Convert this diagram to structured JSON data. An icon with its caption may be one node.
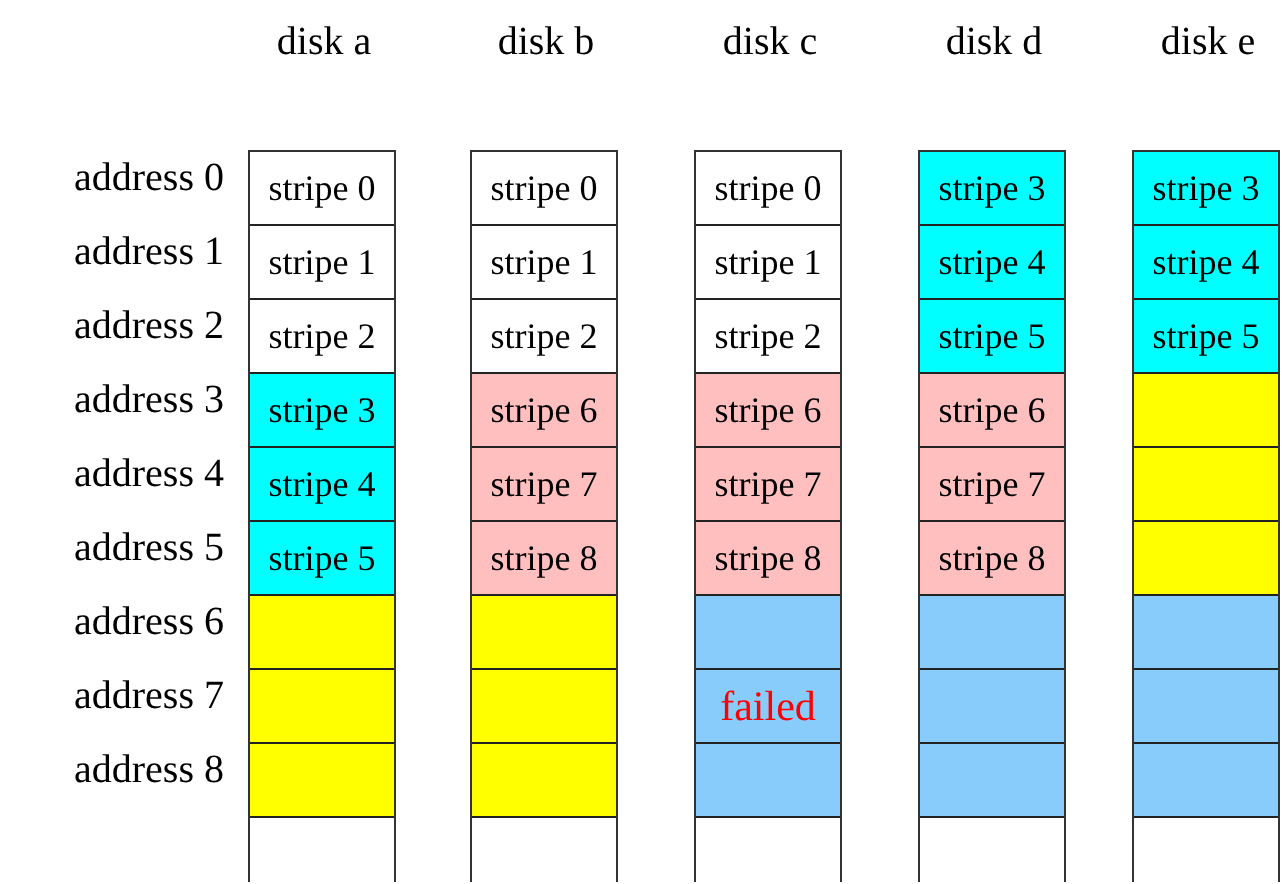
{
  "diagram": {
    "nodes": [
      {
        "text": [
          "disk a"
        ]
      },
      {
        "text": [
          "stripe 0"
        ],
        "in": 0
      },
      {
        "text": [
          "stripe 1"
        ],
        "in": 0
      },
      {
        "text": [
          "stripe 2"
        ],
        "in": 0
      },
      {
        "text": [
          "stripe 3"
        ],
        "in": 0
      },
      {
        "text": [
          "stripe 4"
        ],
        "in": 0
      },
      {
        "text": [
          "stripe 5"
        ],
        "in": 0
      },
      {
        "text": [],
        "shape": "box",
        "in": 0
      },
      {
        "text": [],
        "shape": "box",
        "in": 0
      },
      {
        "text": [],
        "shape": "box",
        "in": 0
      },
      {
        "text": [
          "disk b"
        ]
      },
      {
        "text": [
          "stripe 0"
        ],
        "in": 10
      },
      {
        "text": [
          "stripe 1"
        ],
        "in": 10
      },
      {
        "text": [
          "stripe 2"
        ],
        "in": 10
      },
      {
        "text": [
          "stripe 6"
        ],
        "in": 10
      },
      {
        "text": [
          "stripe 7"
        ],
        "in": 10
      },
      {
        "text": [
          "stripe 8"
        ],
        "in": 10
      },
      {
        "text": [],
        "shape": "box",
        "in": 10
      },
      {
        "text": [],
        "shape": "box",
        "in": 10
      },
      {
        "text": [],
        "shape": "box",
        "in": 10
      },
      {
        "text": [
          "disk c"
        ]
      },
      {
        "text": [
          "stripe 0"
        ],
        "in": 20
      },
      {
        "text": [
          "stripe 1"
        ],
        "in": 20
      },
      {
        "text": [
          "stripe 2"
        ],
        "in": 20
      },
      {
        "text": [
          "stripe 6"
        ],
        "in": 20
      },
      {
        "text": [
          "stripe 7"
        ],
        "in": 20
      },
      {
        "text": [
          "stripe 8"
        ],
        "in": 20
      },
      {
        "text": [],
        "shape": "box",
        "in": 20
      },
      {
        "text": [
          "failed"
        ],
        "in": 20
      },
      {
        "text": [],
        "shape": "box",
        "in": 20
      },
      {
        "text": [
          "disk d"
        ]
      },
      {
        "text": [
          "stripe 3"
        ],
        "in": 30
      },
      {
        "text": [
          "stripe 4"
        ],
        "in": 30
      },
      {
        "text": [
          "stripe 5"
        ],
        "in": 30
      },
      {
        "text": [
          "stripe 6"
        ],
        "in": 30
      },
      {
        "text": [
          "stripe 7"
        ],
        "in": 30
      },
      {
        "text": [
          "stripe 8"
        ],
        "in": 30
      },
      {
        "text": [],
        "shape": "box",
        "in": 30
      },
      {
        "text": [],
        "shape": "box",
        "in": 30
      },
      {
        "text": [],
        "shape": "box",
        "in": 30
      },
      {
        "text": [
          "disk e"
        ]
      },
      {
        "text": [
          "stripe 3"
        ],
        "in": 40
      },
      {
        "text": [
          "stripe 4"
        ],
        "in": 40
      },
      {
        "text": [
          "stripe 5"
        ],
        "in": 40
      },
      {
        "text": [],
        "shape": "box",
        "in": 40
      },
      {
        "text": [],
        "shape": "box",
        "in": 40
      },
      {
        "text": [],
        "shape": "box",
        "in": 40
      },
      {
        "text": [],
        "shape": "box",
        "in": 40
      },
      {
        "text": [],
        "shape": "box",
        "in": 40
      },
      {
        "text": [],
        "shape": "box",
        "in": 40
      }
    ],
    "labels": [
      "address 0",
      "address 1",
      "address 2",
      "address 3",
      "address 4",
      "address 5",
      "address 6",
      "address 7",
      "address 8"
    ]
  }
}
